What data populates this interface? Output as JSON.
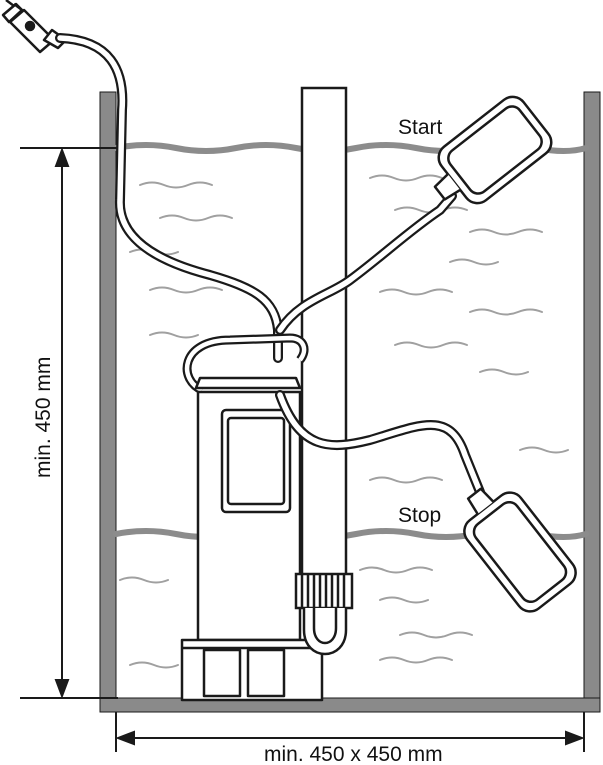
{
  "labels": {
    "start": "Start",
    "stop": "Stop",
    "height_dim": "min. 450 mm",
    "base_dim": "min. 450 x 450 mm"
  },
  "colors": {
    "line": "#1a1a1a",
    "wall": "#8a8a8a",
    "water": "#8c8c8c",
    "ripple": "#a0a0a0",
    "background": "#ffffff"
  },
  "icons": {
    "plug": "power-plug-icon",
    "pump": "submersible-pump-icon",
    "float_switch": "float-switch-icon"
  }
}
